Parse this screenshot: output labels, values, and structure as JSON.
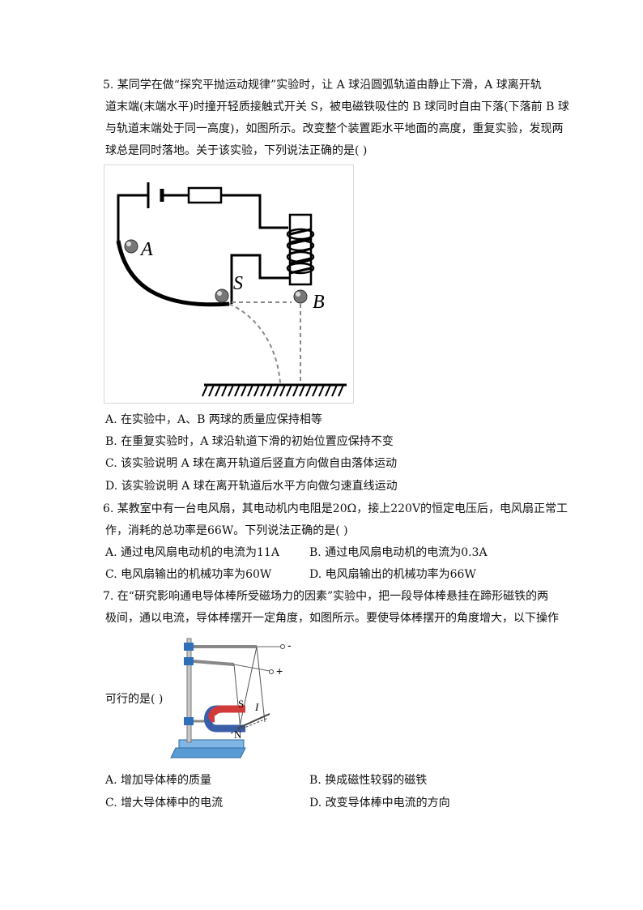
{
  "q5": {
    "lines": [
      "5.   某同学在做“探究平抛运动规律”实验时，让 A 球沿圆弧轨道由静止下滑，A 球离开轨",
      "道末端(末端水平)时撞开轻质接触式开关 S，被电磁铁吸住的 B 球同时自由下落(下落前 B 球",
      "与轨道末端处于同一高度)，如图所示。改变整个装置距水平地面的高度，重复实验，发现两",
      "球总是同时落地。关于该实验，下列说法正确的是(     )"
    ],
    "figure_labels": {
      "ball_a": "A",
      "switch": "S",
      "ball_b": "B"
    },
    "options": [
      "A.  在实验中，A、B 两球的质量应保持相等",
      "B.  在重复实验时，A 球沿轨道下滑的初始位置应保持不变",
      "C.  该实验说明 A 球在离开轨道后竖直方向做自由落体运动",
      "D.  该实验说明 A 球在离开轨道后水平方向做匀速直线运动"
    ]
  },
  "q6": {
    "lines": [
      "6.   某教室中有一台电风扇，其电动机内电阻是20Ω，接上220V的恒定电压后，电风扇正常工",
      "作，消耗的总功率是66W。下列说法正确的是(     )"
    ],
    "options": [
      "A.  通过电风扇电动机的电流为11A",
      "B.  通过电风扇电动机的电流为0.3A",
      "C.  电风扇输出的机械功率为60W",
      "D.  电风扇输出的机械功率为66W"
    ]
  },
  "q7": {
    "lines": [
      "7.   在“研究影响通电导体棒所受磁场力的因素”实验中，把一段导体棒悬挂在蹄形磁铁的两",
      "极间，通以电流，导体棒摆开一定角度，如图所示。要使导体棒摆开的角度增大，以下操作"
    ],
    "tail": "可行的是(     )",
    "figure_labels": {
      "minus": "-",
      "plus": "+",
      "south": "S",
      "north": "N",
      "current": "I"
    },
    "options": [
      "A.  增加导体棒的质量",
      "B.  换成磁性较弱的磁铁",
      "C.  增大导体棒中的电流",
      "D.  改变导体棒中电流的方向"
    ]
  }
}
